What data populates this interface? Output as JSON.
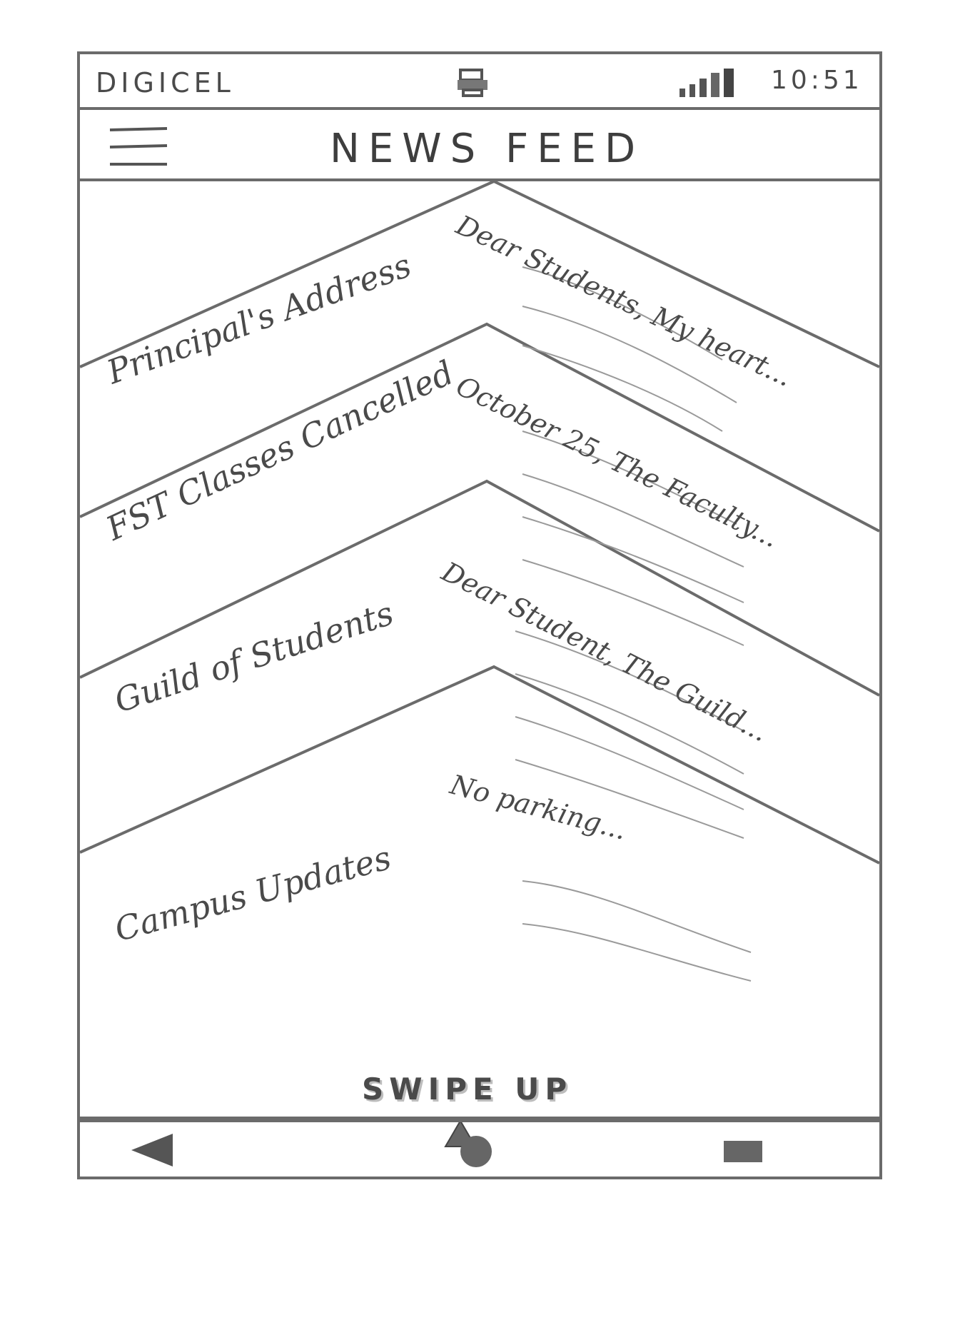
{
  "status_bar": {
    "carrier": "DIGICEL",
    "time": "10:51",
    "icons": [
      "notification-icon",
      "signal-bars-icon"
    ]
  },
  "header": {
    "title": "NEWS FEED",
    "menu_icon": "hamburger-menu-icon"
  },
  "feed": {
    "items": [
      {
        "title": "Principal's Address",
        "preview": "Dear Students, My heart..."
      },
      {
        "title": "FST Classes Cancelled",
        "preview": "October 25, The Faculty..."
      },
      {
        "title": "Guild of Students",
        "preview": "Dear Student, The Guild..."
      },
      {
        "title": "Campus Updates",
        "preview": "No parking..."
      }
    ]
  },
  "swipe": {
    "label": "SWIPE UP",
    "icon": "triangle-up-icon"
  },
  "nav_bar": {
    "icons": [
      "back-triangle-icon",
      "home-circle-icon",
      "recents-square-icon"
    ]
  }
}
